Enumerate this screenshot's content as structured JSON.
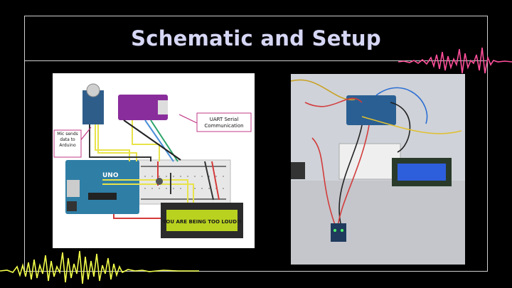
{
  "slide": {
    "title": "Schematic and Setup"
  },
  "schematic": {
    "mic_note": "Mic sends data to Arduino",
    "uart_note_line1": "UART Serial",
    "uart_note_line2": "Communication",
    "lcd_text": "YOU ARE BEING TOO LOUD!!",
    "board_label": "UNO"
  },
  "photo": {
    "lcd_text": ""
  },
  "colors": {
    "accent_pink": "#ff4f9a",
    "accent_yellow": "#f3ff4a",
    "title": "#d6d6f5"
  }
}
